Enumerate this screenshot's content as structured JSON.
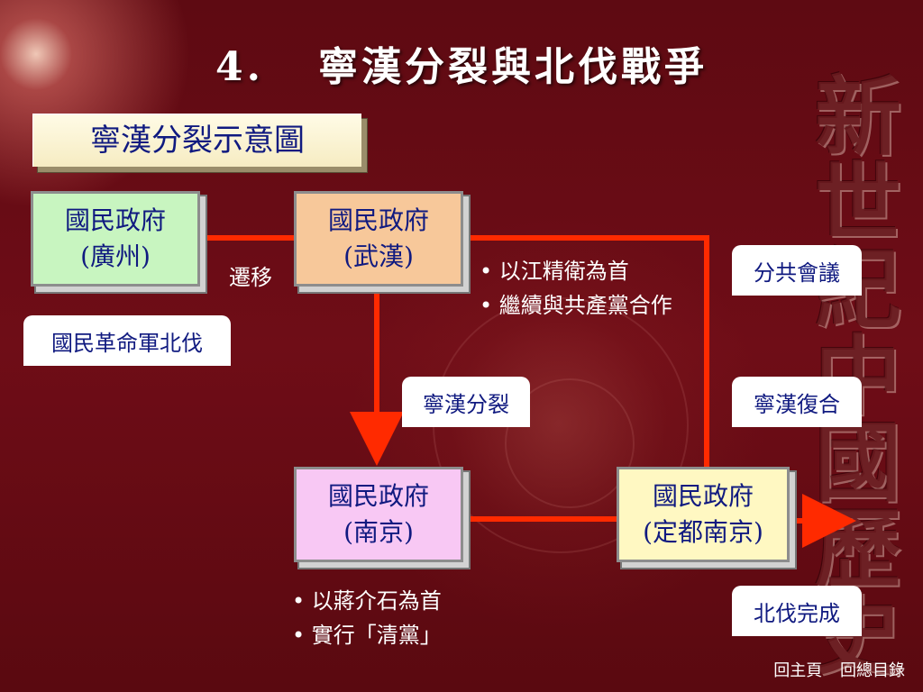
{
  "title": {
    "number": "4.",
    "text": "寧漢分裂與北伐戰爭"
  },
  "watermark": "新世紀中國歷史",
  "caption": "寧漢分裂示意圖",
  "nodes": {
    "guangzhou": {
      "line1": "國民政府",
      "line2": "(廣州)",
      "color": "#c8f5c0"
    },
    "wuhan": {
      "line1": "國民政府",
      "line2": "(武漢)",
      "color": "#f7c89a"
    },
    "nanjing": {
      "line1": "國民政府",
      "line2": "(南京)",
      "color": "#f8c8f4"
    },
    "capital": {
      "line1": "國民政府",
      "line2": "(定都南京)",
      "color": "#fff8c2"
    }
  },
  "labels": {
    "migrate": "遷移",
    "northern_expedition": "國民革命軍北伐",
    "split": "寧漢分裂",
    "reunite": "寧漢復合",
    "separate_communists": "分共會議",
    "completed": "北伐完成"
  },
  "wuhan_points": [
    "以江精衛為首",
    "繼續與共產黨合作"
  ],
  "nanjing_points": [
    "以蔣介石為首",
    "實行「清黨」"
  ],
  "footer": {
    "home": "回主頁",
    "index": "回總目錄"
  },
  "colors": {
    "arrow": "#ff2a00",
    "text_blue": "#101a80"
  }
}
